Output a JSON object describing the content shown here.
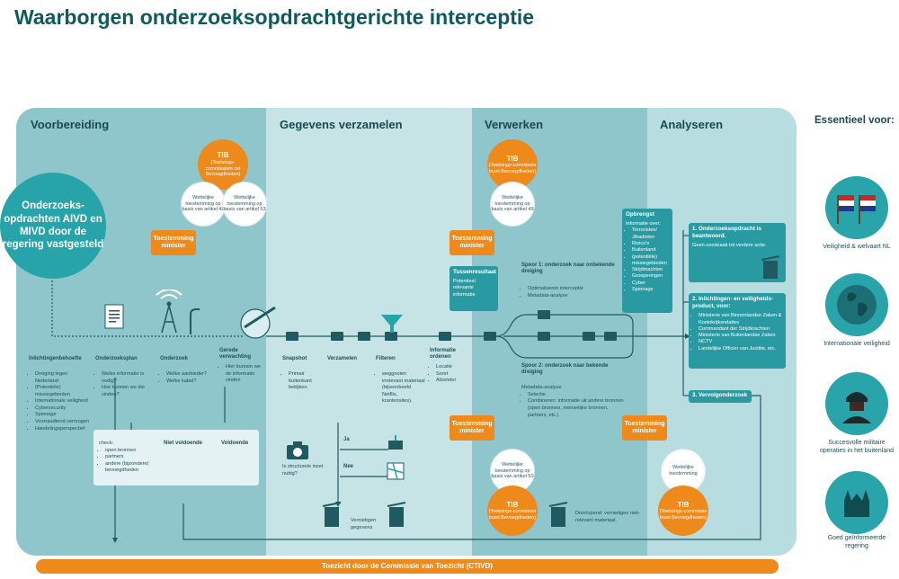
{
  "title": "Waarborgen onderzoeksopdrachtgerichte interceptie",
  "columns": [
    "Voorbereiding",
    "Gegevens verzamelen",
    "Verwerken",
    "Analyseren"
  ],
  "essentieel_title": "Essentieel voor:",
  "start_circle": "Onderzoeks-opdrachten AIVD en MIVD door de regering vastgesteld",
  "tib_top_left": {
    "title": "TIB",
    "sub": "(Toetsings-commissiein zet Bevoegdheden)"
  },
  "toest_48": "Wettelijke toestemming op basis van artikel 48",
  "toest_53": "Wettelijke toestemming op basis van artikel 53",
  "toestemming_minister": "Toestemming minister",
  "tib_top_mid": {
    "title": "TIB",
    "sub": "(Toetsings-commissie Inzet Bevoegdheden)"
  },
  "toest_49": "Wettelijke toestemming op basis van artikel 49",
  "tussenresultaat": {
    "title": "Tussenresultaat",
    "text": "Potentieel relevante informatie"
  },
  "opbrengst": {
    "title": "Opbrengst",
    "text": "Informatie over:",
    "items": [
      "Terroristen/ Jihadisten",
      "Risico's",
      "Buitenland",
      "(potentiële) missiegebieden",
      "Strijdmachten",
      "Groeperingen",
      "Cyber",
      "Spionage"
    ]
  },
  "result1": {
    "title": "1. Onderzoeksopdracht is beantwoord.",
    "text": "Geen noodzaak tot verdere actie."
  },
  "result2": {
    "title": "2. Inlichtingen- en veiligheids-product, voor:",
    "items": [
      "Ministerie van Binnenlandse Zaken & Koninkrijksrelaties",
      "Commandant der Strijdkrachten",
      "Ministerie van Buitenlandse Zaken",
      "NCTV",
      "Landelijke Officier van Justitie, etc."
    ]
  },
  "result3": {
    "title": "3. Vervolgonderzoek"
  },
  "spoor1": {
    "title": "Spoor 1: onderzoek naar onbekende dreiging",
    "items": [
      "Optimaliseren interceptie",
      "Metadata-analyse"
    ]
  },
  "spoor2": {
    "title": "Spoor 2: onderzoek naar bekende dreiging",
    "text1": "Metadata-analyse",
    "items": [
      "Selectie",
      "Combineren: informatie uit andere bronnen (open bronnen, menselijke bronnen, partners, etc.)"
    ]
  },
  "steps": {
    "inlichtingenbehoefte": {
      "title": "Inlichtingenbehoefte",
      "items": [
        "Dreiging tegen Nederland",
        "(Potentiële) missiegebieden",
        "Internationale veiligheid",
        "Cybersecurity",
        "Spionage",
        "Voorraadtend vermogen",
        "Handelingsperspectief"
      ]
    },
    "onderzoeksplan": {
      "title": "Onderzoeksplan",
      "items": [
        "Welke informatie is nodig?",
        "Hoe kunnen we die vinden?"
      ]
    },
    "onderzoek": {
      "title": "Onderzoek",
      "items": [
        "Welke aanbieder?",
        "Welke kabel?"
      ]
    },
    "gerede": {
      "title": "Gerede verwachting",
      "items": [
        "Hier kunnen we de informatie vinden"
      ]
    },
    "snapshot": {
      "title": "Snapshot",
      "items": [
        "Primair buitenkant bekijken"
      ]
    },
    "verzamelen": {
      "title": "Verzamelen"
    },
    "filteren": {
      "title": "Filteren",
      "items": [
        "weggooien irrelevant materiaal (bijvoorbeeld Netflix, krantensites)."
      ]
    },
    "ordenen": {
      "title": "Informatie ordenen",
      "items": [
        "Locatie",
        "Soort",
        "Afzender"
      ]
    }
  },
  "check": {
    "title": "check:",
    "items": [
      "open bronnen",
      "partners",
      "andere (bijzondere) bevoegdheden"
    ]
  },
  "niet_voldoende": "Niet voldoende",
  "voldoende": "Voldoende",
  "structurele": "Is structurele inzet nuttig?",
  "ja": "Ja",
  "nee": "Nee",
  "vernietigen": "Vernietigen gegevens",
  "toest_50": "Wettelijke toestemming op basis van artikel 50",
  "tib_bottom_mid": {
    "title": "TIB",
    "sub": "(Toetsings-commissie Inzet Bevoegdheden)"
  },
  "doorlopend": "Doorlopend: vernietigen niet-relevant materiaal.",
  "toest_right": "Wettelijke toestemming",
  "tib_bottom_right": {
    "title": "TIB",
    "sub": "(Toetsings-commissie Inzet Bevoegdheden)"
  },
  "toezicht": "Toezicht door de Commissie van Toezicht (CTIVD)",
  "essentieel": [
    "Veiligheid & welvaart NL",
    "Internationale veiligheid",
    "Succesvolle militaire operaties in het buitenland",
    "Goed geïnformeerde regering"
  ],
  "colors": {
    "dark_teal": "#0f5a5c",
    "teal": "#27a3aa",
    "orange": "#ee8a1c",
    "light": "#c6e3e6",
    "mid": "#8fc6cc"
  }
}
